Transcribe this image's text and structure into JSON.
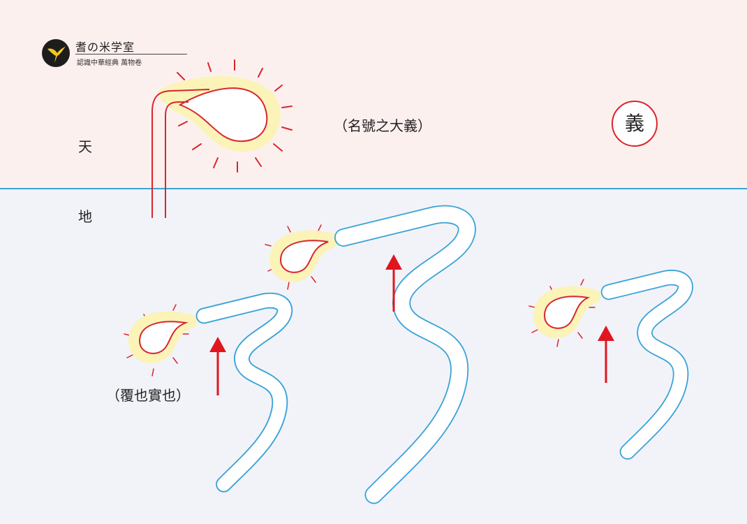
{
  "logo": {
    "name": "耆の米学室",
    "subtitle": "認識中華經典 萬物卷"
  },
  "labels": {
    "sky": "天",
    "earth": "地"
  },
  "captions": {
    "meaning_note": "（名號之大義）",
    "cover_note": "（覆也實也）"
  },
  "character": "義",
  "colors": {
    "sky_background": "#fcf0ef",
    "ground_background": "#f2f3f8",
    "horizon_line": "#3aa3d8",
    "seed_outline": "#d8262c",
    "seed_glow": "#fbf3b8",
    "sprout_outline": "#3aa3d8",
    "arrow": "#e0161e"
  }
}
